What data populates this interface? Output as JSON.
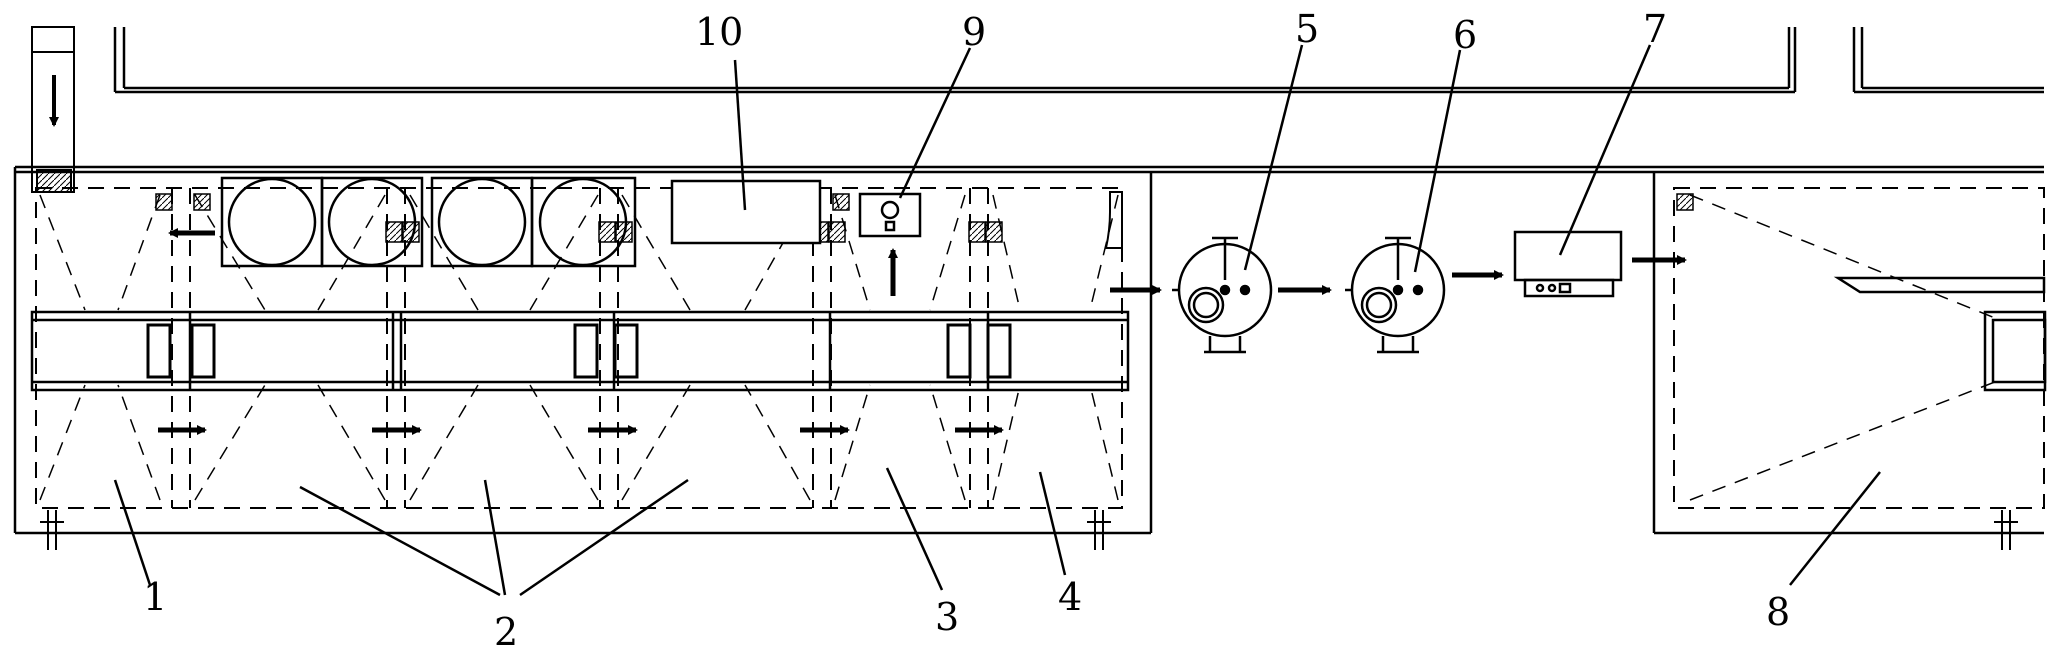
{
  "diagram": {
    "labels": {
      "l1": "1",
      "l2": "2",
      "l3": "3",
      "l4": "4",
      "l5": "5",
      "l6": "6",
      "l7": "7",
      "l8": "8",
      "l9": "9",
      "l10": "10"
    },
    "components": {
      "zone_1": "1",
      "zone_2": "2",
      "zone_3": "3",
      "zone_4": "4",
      "tank_5": "5",
      "tank_6": "6",
      "unit_7": "7",
      "zone_8": "8",
      "box_9": "9",
      "box_10": "10"
    },
    "icons": [
      "arrow-right-icon",
      "arrow-left-icon",
      "arrow-up-icon",
      "arrow-down-icon"
    ],
    "colors": {
      "line": "#000000",
      "background": "#ffffff"
    }
  }
}
